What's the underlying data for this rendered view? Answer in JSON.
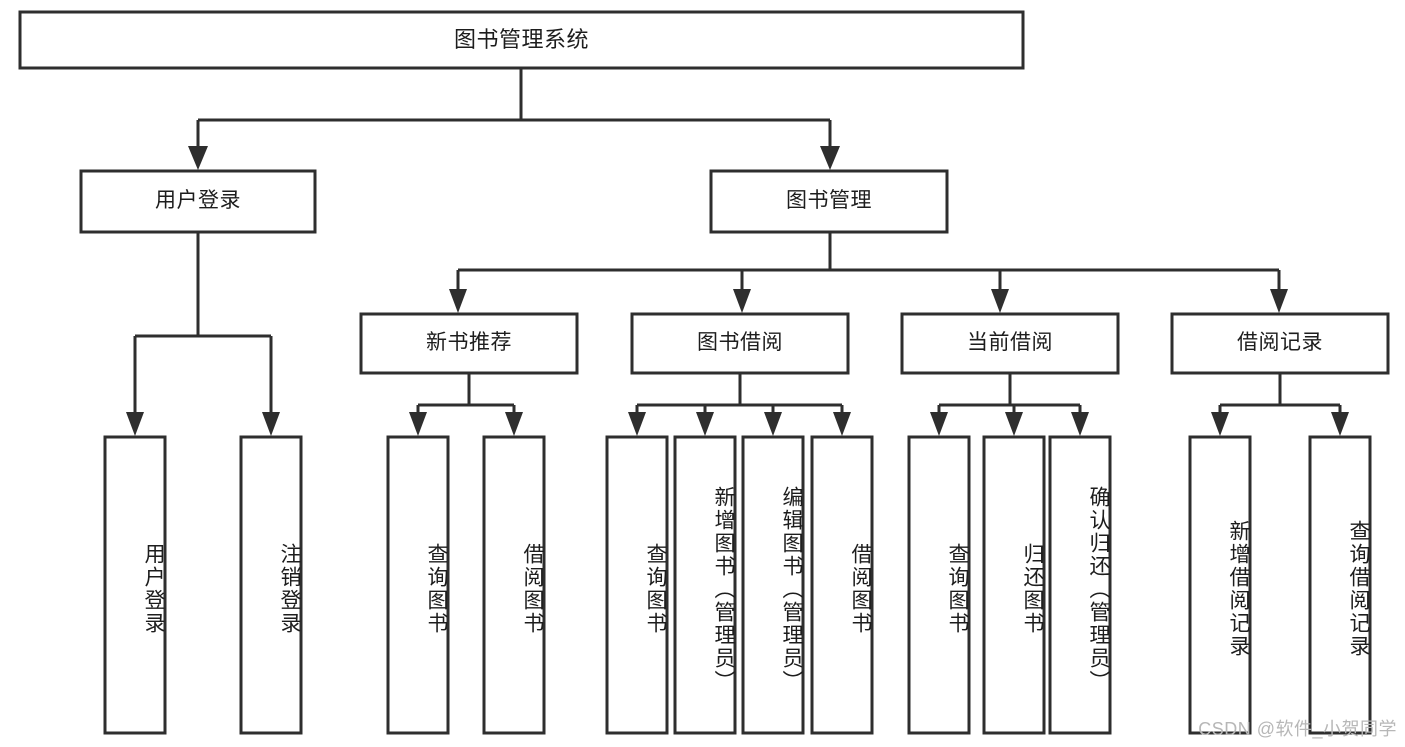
{
  "diagram": {
    "type": "tree-hierarchy-chart",
    "title": "图书管理系统",
    "watermark": "CSDN @软件_小贺同学",
    "colors": {
      "stroke": "#2e2e2e",
      "fill": "#ffffff",
      "text": "#1d1d1d",
      "watermark": "#b7b7b7",
      "background": "#ffffff"
    },
    "root": {
      "label": "图书管理系统"
    },
    "level2": [
      {
        "label": "用户登录"
      },
      {
        "label": "图书管理"
      }
    ],
    "level3": [
      {
        "label": "新书推荐"
      },
      {
        "label": "图书借阅"
      },
      {
        "label": "当前借阅"
      },
      {
        "label": "借阅记录"
      }
    ],
    "leaves": {
      "user_login": [
        {
          "label": "用户登录"
        },
        {
          "label": "注销登录"
        }
      ],
      "new_book_recommend": [
        {
          "label": "查询图书"
        },
        {
          "label": "借阅图书"
        }
      ],
      "book_borrow": [
        {
          "label": "查询图书"
        },
        {
          "label": "新增图书（管理员）"
        },
        {
          "label": "编辑图书（管理员）"
        },
        {
          "label": "借阅图书"
        }
      ],
      "current_borrow": [
        {
          "label": "查询图书"
        },
        {
          "label": "归还图书"
        },
        {
          "label": "确认归还（管理员）"
        }
      ],
      "borrow_record": [
        {
          "label": "新增借阅记录"
        },
        {
          "label": "查询借阅记录"
        }
      ]
    }
  }
}
